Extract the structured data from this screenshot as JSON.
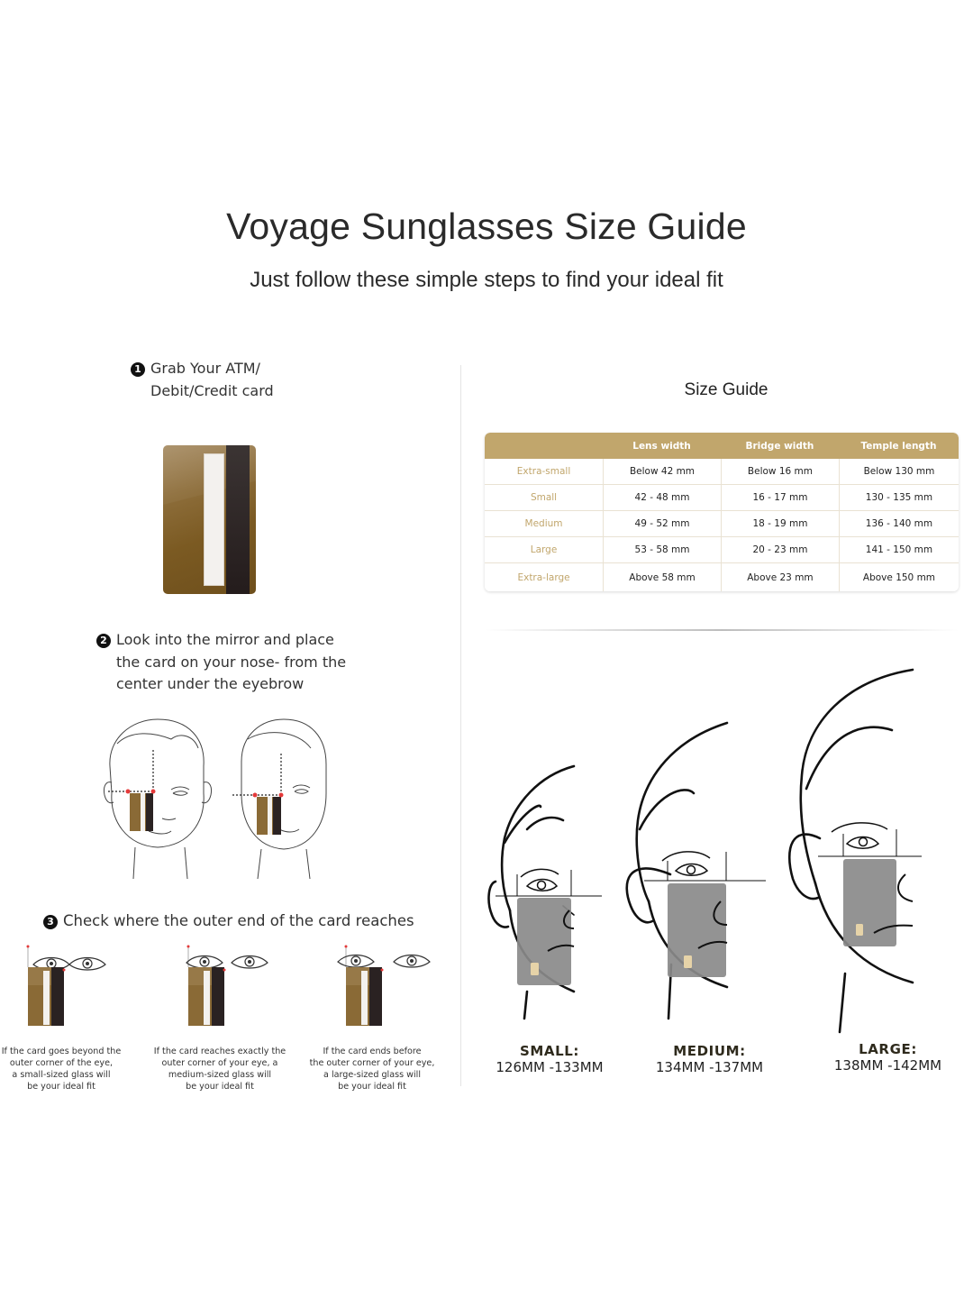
{
  "header": {
    "title": "Voyage Sunglasses Size Guide",
    "subtitle": "Just follow these simple steps to find your ideal fit"
  },
  "steps": [
    {
      "number": "1",
      "lines": [
        "Grab Your ATM/",
        "Debit/Credit card"
      ]
    },
    {
      "number": "2",
      "lines": [
        "Look into the mirror and place",
        "the card on your nose- from the",
        "center under the eyebrow"
      ]
    },
    {
      "number": "3",
      "lines": [
        "Check where the outer end of the card reaches"
      ]
    }
  ],
  "eye_checks": [
    {
      "caption": [
        "If the card goes beyond the",
        "outer corner of the eye,",
        "a small-sized glass will",
        "be your ideal fit"
      ]
    },
    {
      "caption": [
        "If the card reaches exactly the",
        "outer corner of your eye, a",
        "medium-sized glass will",
        "be your ideal fit"
      ]
    },
    {
      "caption": [
        "If the card ends before",
        "the outer corner of your eye,",
        "a large-sized glass will",
        "be your ideal fit"
      ]
    }
  ],
  "size_guide": {
    "heading": "Size Guide",
    "columns": [
      "",
      "Lens width",
      "Bridge width",
      "Temple length"
    ],
    "rows": [
      [
        "Extra-small",
        "Below 42 mm",
        "Below 16 mm",
        "Below 130 mm"
      ],
      [
        "Small",
        "42 - 48 mm",
        "16 - 17 mm",
        "130 - 135 mm"
      ],
      [
        "Medium",
        "49 - 52 mm",
        "18 - 19 mm",
        "136 - 140 mm"
      ],
      [
        "Large",
        "53 - 58 mm",
        "20 - 23 mm",
        "141 - 150 mm"
      ],
      [
        "Extra-large",
        "Above 58 mm",
        "Above 23 mm",
        "Above 150 mm"
      ]
    ],
    "accent_color": "#c1a66c"
  },
  "face_sizes": [
    {
      "label": "SMALL:",
      "range": "126MM -133MM"
    },
    {
      "label": "MEDIUM:",
      "range": "134MM -137MM"
    },
    {
      "label": "LARGE:",
      "range": "138MM -142MM"
    }
  ],
  "icons": {
    "card": "credit-card-illustration",
    "faces": "face-measurement-illustration",
    "eyes": "eye-illustration"
  }
}
